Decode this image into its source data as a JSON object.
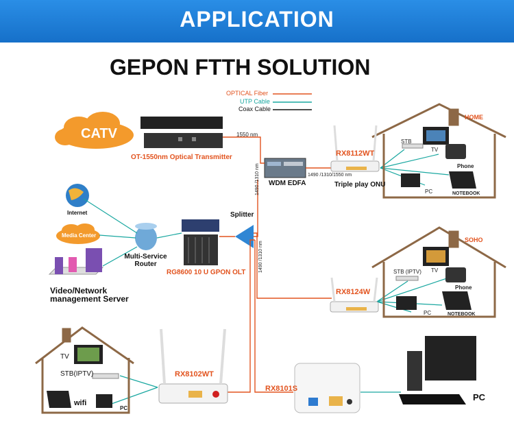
{
  "banner": {
    "title": "APPLICATION"
  },
  "main_title": "GEPON FTTH SOLUTION",
  "legend": [
    {
      "label": "OPTICAL Fiber",
      "color": "#e2531e"
    },
    {
      "label": "UTP Cable",
      "color": "#19a7a0"
    },
    {
      "label": "Coax Cable",
      "color": "#111111"
    }
  ],
  "head": {
    "catv": "CATV",
    "transmitter": "OT-1550nm  Optical  Transmitter",
    "wavelength_1550": "1550 nm",
    "edfa": "WDM  EDFA",
    "wavelength_triple": "1490 /1310/1550 nm",
    "wavelength_vert1": "1490 /1310 nm",
    "wavelength_vert2": "1490 /1310 nm"
  },
  "network": {
    "internet": "Internet",
    "media_center": "Media Center",
    "router": "Multi-Service Router",
    "server": "Video/Network management Server",
    "olt": "RG8600 10 U GPON OLT",
    "splitter": "Splitter"
  },
  "home": {
    "tag": "HOME",
    "onu_model": "RX8112WT",
    "onu_desc": "Triple play ONU",
    "stb": "STB",
    "tv": "TV",
    "phone": "Phone",
    "pc": "PC",
    "notebook": "NOTEBOOK"
  },
  "soho": {
    "tag": "SOHO",
    "onu_model": "RX8124W",
    "stb": "STB (IPTV)",
    "tv": "TV",
    "phone": "Phone",
    "pc": "PC",
    "notebook": "NOTEBOOK"
  },
  "bottom_left": {
    "tv": "TV",
    "stb": "STB(IPTV)",
    "wifi": "wifi",
    "pc": "PC",
    "onu_model": "RX8102WT"
  },
  "bottom_right": {
    "onu_model": "RX8101S",
    "pc": "PC"
  }
}
